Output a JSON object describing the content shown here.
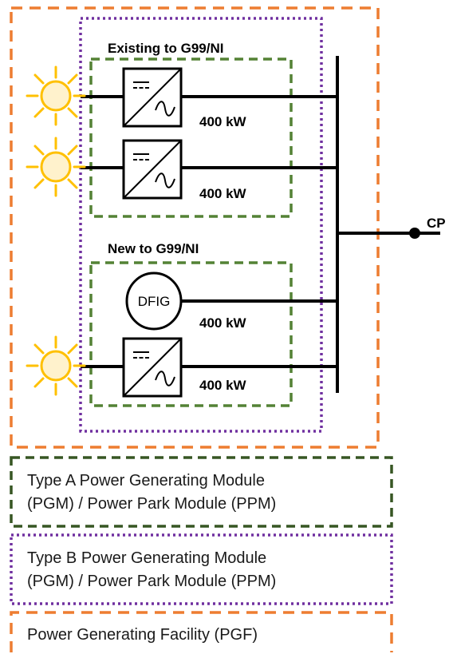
{
  "groups": {
    "existing_title": "Existing to G99/NI",
    "new_title": "New to G99/NI"
  },
  "generators": [
    {
      "type": "inverter",
      "rating": "400 kW"
    },
    {
      "type": "inverter",
      "rating": "400 kW"
    },
    {
      "type": "dfig",
      "label": "DFIG",
      "rating": "400 kW"
    },
    {
      "type": "inverter",
      "rating": "400 kW"
    }
  ],
  "connection_point": "CP",
  "legend": {
    "type_a": [
      "Type A Power Generating Module",
      "(PGM) / Power Park Module (PPM)"
    ],
    "type_b": [
      "Type B Power Generating Module",
      "(PGM) / Power Park Module (PPM)"
    ],
    "pgf": "Power Generating Facility (PGF)"
  },
  "colors": {
    "pgf_orange": "#ED7D31",
    "type_b_purple": "#7030A0",
    "type_a_green": "#548235",
    "legend_a_green": "#375623",
    "sun_yellow": "#FFC000",
    "sun_fill": "#FFF2CC",
    "line_black": "#000000"
  },
  "icons": [
    "sun-icon",
    "inverter-icon",
    "dfig-icon"
  ]
}
